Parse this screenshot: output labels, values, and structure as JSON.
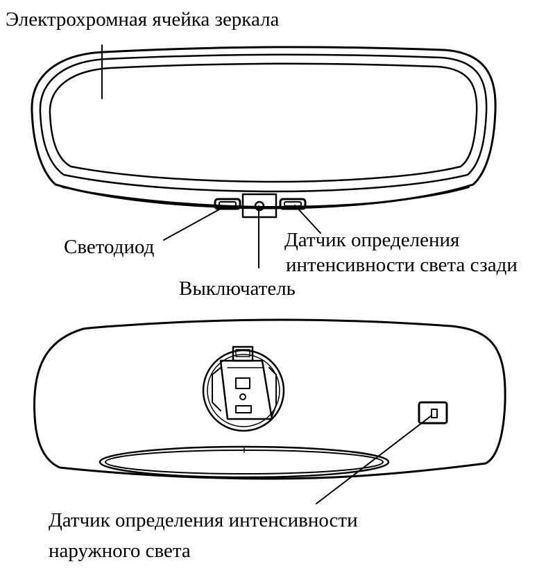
{
  "labels": {
    "mirror_cell": "Электрохромная ячейка зеркала",
    "led": "Светодиод",
    "rear_sensor_line1": "Датчик определения",
    "rear_sensor_line2": "интенсивности света сзади",
    "switch": "Выключатель",
    "ambient_sensor_line1": "Датчик определения интенсивности",
    "ambient_sensor_line2": "наружного света"
  },
  "colors": {
    "line": "#000000",
    "background": "#ffffff"
  }
}
